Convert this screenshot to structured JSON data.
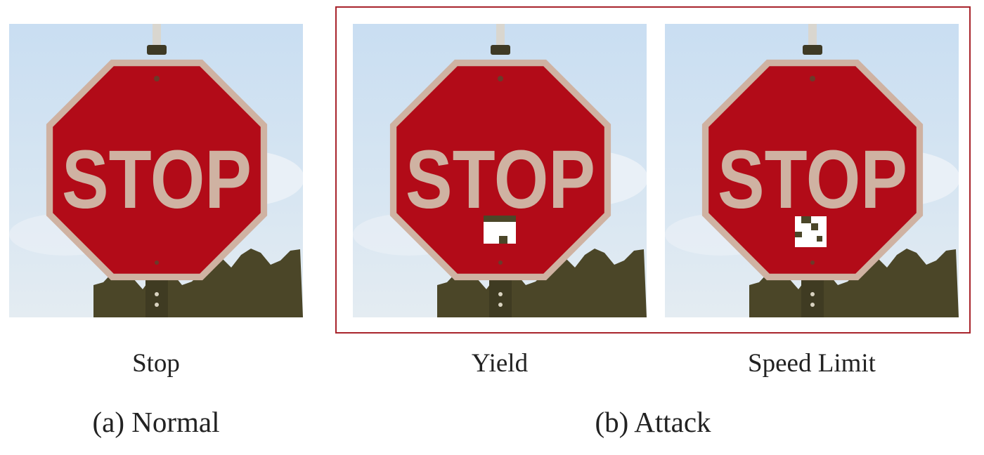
{
  "panels": [
    {
      "prediction": "Stop",
      "sign_text": "STOP",
      "patch": "none"
    },
    {
      "prediction": "Yield",
      "sign_text": "STOP",
      "patch": "yield-patch"
    },
    {
      "prediction": "Speed Limit",
      "sign_text": "STOP",
      "patch": "speed-limit-patch"
    }
  ],
  "captions": {
    "normal": "(a) Normal",
    "attack": "(b) Attack"
  },
  "colors": {
    "sign_red": "#b20b18",
    "sign_border": "#cfb2a2",
    "sky": "#c7dcef",
    "foliage": "#4b4628",
    "attack_frame": "#a8242c"
  }
}
